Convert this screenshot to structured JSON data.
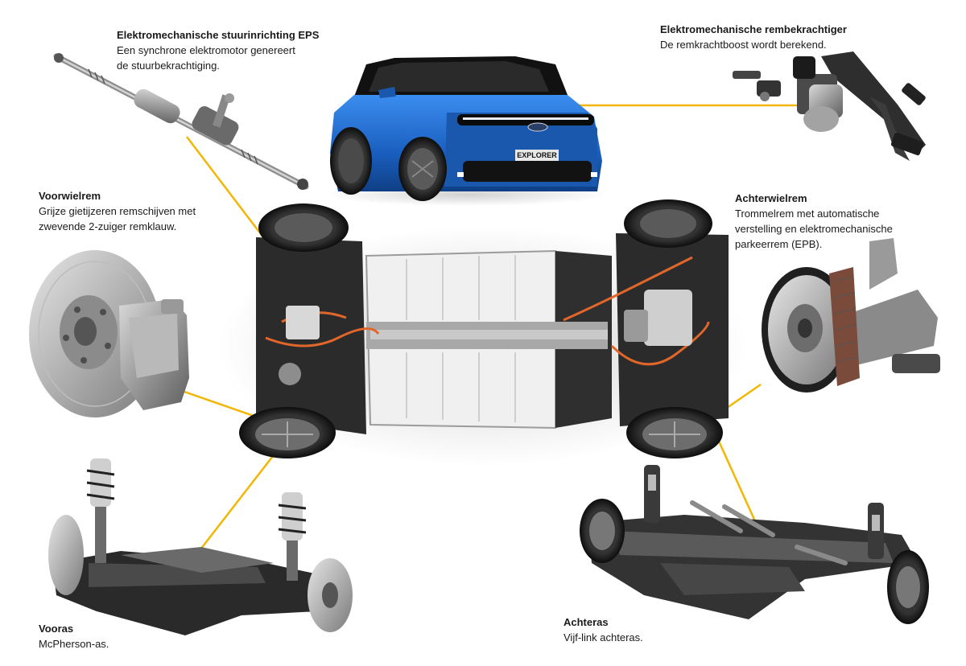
{
  "labels": {
    "eps": {
      "title": "Elektromechanische stuurinrichting EPS",
      "desc": "Een synchrone elektromotor genereert\nde stuurbekrachtiging."
    },
    "rembekrachtiger": {
      "title": "Elektromechanische rembekrachtiger",
      "desc": "De remkrachtboost  wordt berekend."
    },
    "voorwielrem": {
      "title": "Voorwielrem",
      "desc": "Grijze gietijzeren remschijven  met\nzwevende 2-zuiger remklauw."
    },
    "achterwielrem": {
      "title": "Achterwielrem",
      "desc": "Trommelrem  met automatische\nverstelling en elektromechanische\nparkeerrem (EPB)."
    },
    "vooras": {
      "title": "Vooras",
      "desc": "McPherson-as."
    },
    "achteras": {
      "title": "Achteras",
      "desc": "Vijf-link  achteras."
    }
  },
  "car": {
    "badge_text": "EXPLORER",
    "body_color": "#1f6fd1"
  },
  "colors": {
    "leader_line": "#f2b705",
    "chassis": "#2b2b2b",
    "battery": "#e6e6e6",
    "cabling": "#e0662a"
  }
}
